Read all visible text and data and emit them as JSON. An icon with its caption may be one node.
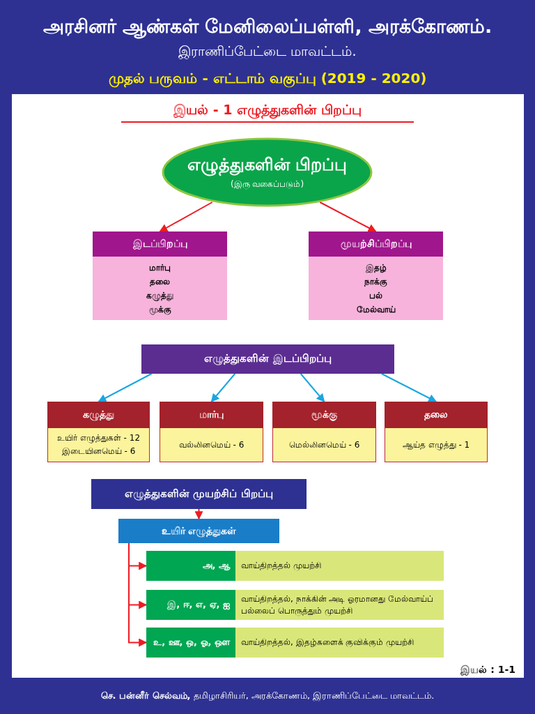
{
  "diagram": {
    "title": "அரசினர் ஆண்கள் மேனிலைப்பள்ளி, அரக்கோணம்.",
    "nodes": [
      {
        "text": [
          "எழுத்துகளின் பிறப்பு",
          "(இரு வகைப்படும்)"
        ]
      },
      {
        "text": [
          "இடப்பிறப்பு",
          "மார்பு",
          "தலை",
          "கழுத்து",
          "மூக்கு"
        ]
      },
      {
        "text": [
          "முயற்சிப்பிறப்பு",
          "இதழ்",
          "நாக்கு",
          "பல்",
          "மேல்வாய்"
        ]
      },
      {
        "text": [
          "எழுத்துகளின் இடப்பிறப்பு"
        ]
      },
      {
        "text": [
          "கழுத்து",
          "உயிர் எழுத்துகள் - 12",
          "இடையினமெய் - 6"
        ]
      },
      {
        "text": [
          "மார்பு",
          "வல்லினமெய் - 6"
        ]
      },
      {
        "text": [
          "மூக்கு",
          "மெல்லினமெய் - 6"
        ]
      },
      {
        "text": [
          "தலை",
          "ஆய்த எழுத்து - 1"
        ]
      },
      {
        "text": [
          "எழுத்துகளின் முயற்சிப் பிறப்பு"
        ]
      },
      {
        "text": [
          "உயிர் எழுத்துகள்"
        ]
      },
      {
        "text": [
          "அ, ஆ",
          "வாய்திறத்தல் முயற்சி"
        ]
      },
      {
        "text": [
          "இ, ஈ, எ, ஏ, ஐ",
          "வாய்திறத்தல், நாக்கின் அடி ஓரமானது மேல்வாய்ப் பல்லைப் பொருத்தும் முயற்சி"
        ]
      },
      {
        "text": [
          "உ, ஊ, ஒ, ஓ, ஔ",
          "வாய்திறத்தல், இதழ்களைக் குவிக்கும் முயற்சி"
        ]
      }
    ],
    "edges": [
      {
        "from": 0,
        "to": 1,
        "arrow": "to"
      },
      {
        "from": 0,
        "to": 2,
        "arrow": "to"
      },
      {
        "from": 3,
        "to": 4,
        "arrow": "to",
        "color": "#1ba6e0"
      },
      {
        "from": 3,
        "to": 5,
        "arrow": "to",
        "color": "#1ba6e0"
      },
      {
        "from": 3,
        "to": 6,
        "arrow": "to",
        "color": "#1ba6e0"
      },
      {
        "from": 3,
        "to": 7,
        "arrow": "to",
        "color": "#1ba6e0"
      },
      {
        "from": 8,
        "to": 9,
        "arrow": "to"
      },
      {
        "from": 9,
        "to": 10,
        "arrow": "to"
      },
      {
        "from": 9,
        "to": 11,
        "arrow": "to"
      },
      {
        "from": 9,
        "to": 12,
        "arrow": "to"
      }
    ],
    "labels": [
      "இராணிப்பேட்டை மாவட்டம்.",
      "முதல் பருவம் - எட்டாம் வகுப்பு (2019 - 2020)",
      "இயல் - 1 எழுத்துகளின் பிறப்பு",
      "இயல் : 1-1",
      "**செ. பன்னீர் செல்வம்,** தமிழாசிரியர், அரக்கோணம், இராணிப்பேட்டை மாவட்டம்."
    ]
  }
}
